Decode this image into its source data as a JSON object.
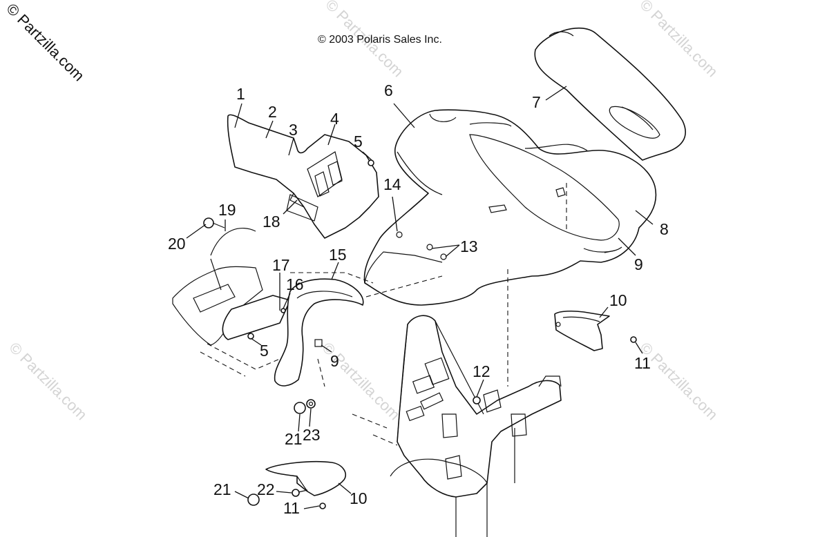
{
  "copyright": "© 2003 Polaris Sales Inc.",
  "watermark": "© Partzilla.com",
  "callouts": [
    "1",
    "2",
    "3",
    "4",
    "5",
    "6",
    "7",
    "8",
    "9",
    "10",
    "11",
    "12",
    "13",
    "14",
    "15",
    "16",
    "17",
    "18",
    "19",
    "20",
    "21",
    "23",
    "5",
    "9",
    "10",
    "11",
    "21",
    "22",
    "10",
    "11"
  ],
  "colors": {
    "line": "#111111",
    "watermark": "#d4d4d4",
    "background": "#ffffff"
  }
}
